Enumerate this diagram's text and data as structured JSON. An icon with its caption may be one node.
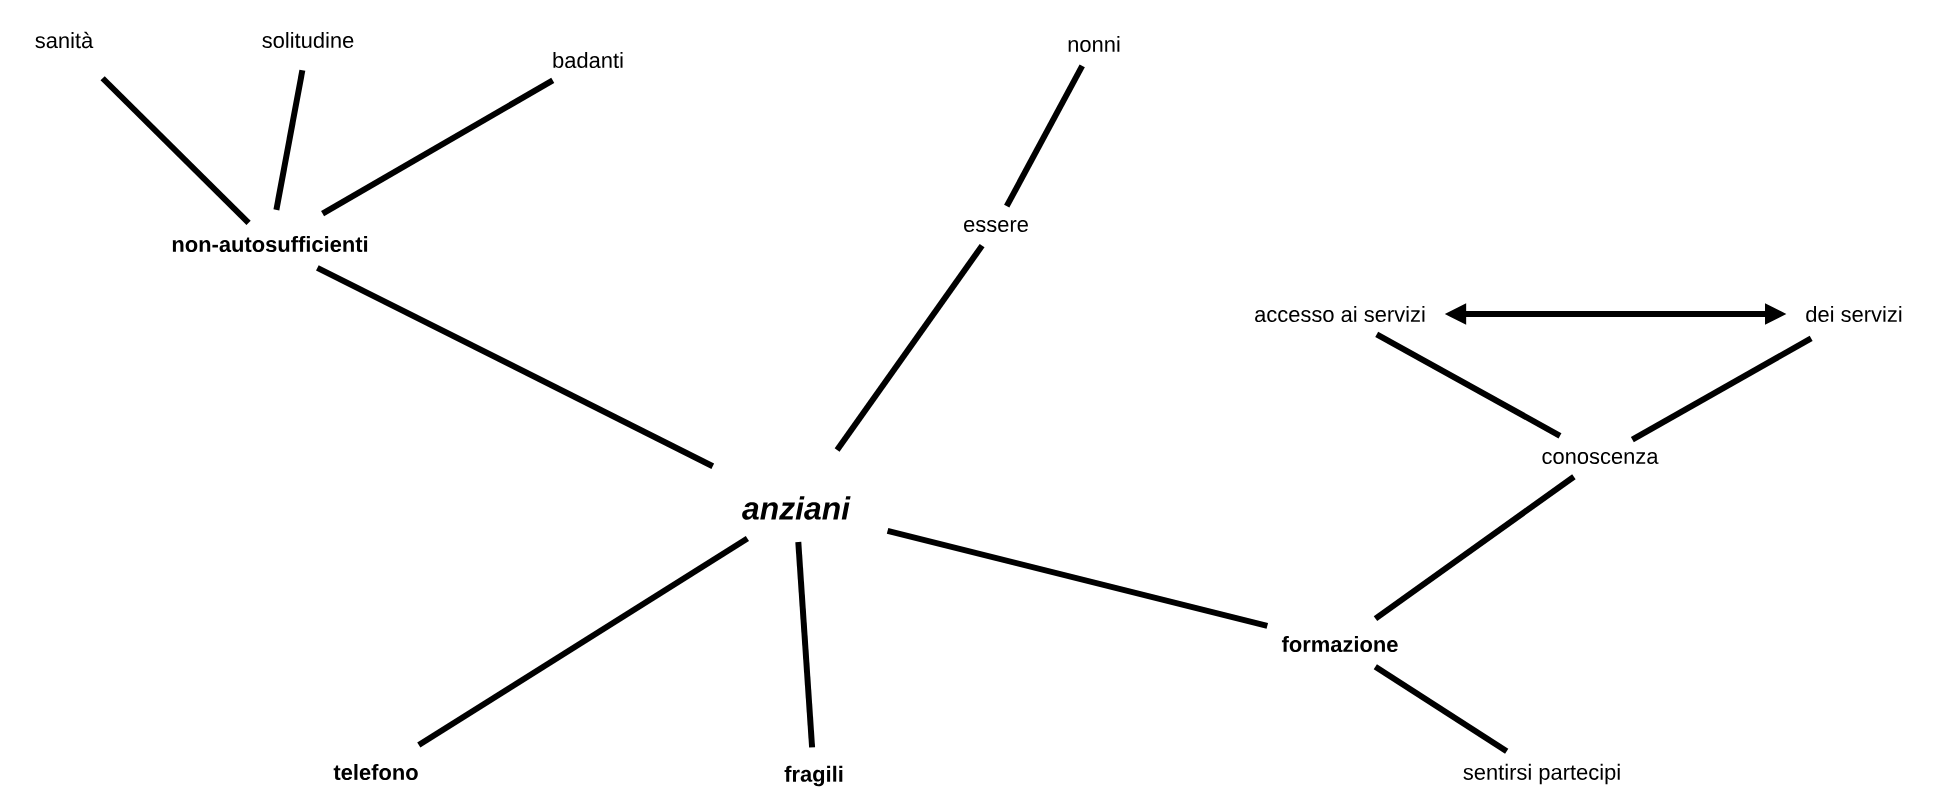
{
  "diagram": {
    "nodes": [
      {
        "text": [
          "anziani"
        ]
      },
      {
        "text": [
          "non-autosufficienti"
        ]
      },
      {
        "text": [
          "sanità"
        ]
      },
      {
        "text": [
          "solitudine"
        ]
      },
      {
        "text": [
          "badanti"
        ]
      },
      {
        "text": [
          "essere"
        ]
      },
      {
        "text": [
          "nonni"
        ]
      },
      {
        "text": [
          "telefono"
        ]
      },
      {
        "text": [
          "fragili"
        ]
      },
      {
        "text": [
          "formazione"
        ]
      },
      {
        "text": [
          "conoscenza"
        ]
      },
      {
        "text": [
          "accesso ai servizi"
        ]
      },
      {
        "text": [
          "dei servizi"
        ]
      },
      {
        "text": [
          "sentirsi partecipi"
        ]
      }
    ],
    "edges": [
      {
        "from": 0,
        "to": 1,
        "arrow": "none"
      },
      {
        "from": 1,
        "to": 2,
        "arrow": "none"
      },
      {
        "from": 1,
        "to": 3,
        "arrow": "none"
      },
      {
        "from": 1,
        "to": 4,
        "arrow": "none"
      },
      {
        "from": 0,
        "to": 5,
        "arrow": "none"
      },
      {
        "from": 5,
        "to": 6,
        "arrow": "none"
      },
      {
        "from": 0,
        "to": 7,
        "arrow": "none"
      },
      {
        "from": 0,
        "to": 8,
        "arrow": "none"
      },
      {
        "from": 0,
        "to": 9,
        "arrow": "none"
      },
      {
        "from": 9,
        "to": 10,
        "arrow": "none"
      },
      {
        "from": 10,
        "to": 11,
        "arrow": "none"
      },
      {
        "from": 10,
        "to": 12,
        "arrow": "none"
      },
      {
        "from": 11,
        "to": 12,
        "arrow": "both"
      },
      {
        "from": 9,
        "to": 13,
        "arrow": "none"
      }
    ]
  }
}
